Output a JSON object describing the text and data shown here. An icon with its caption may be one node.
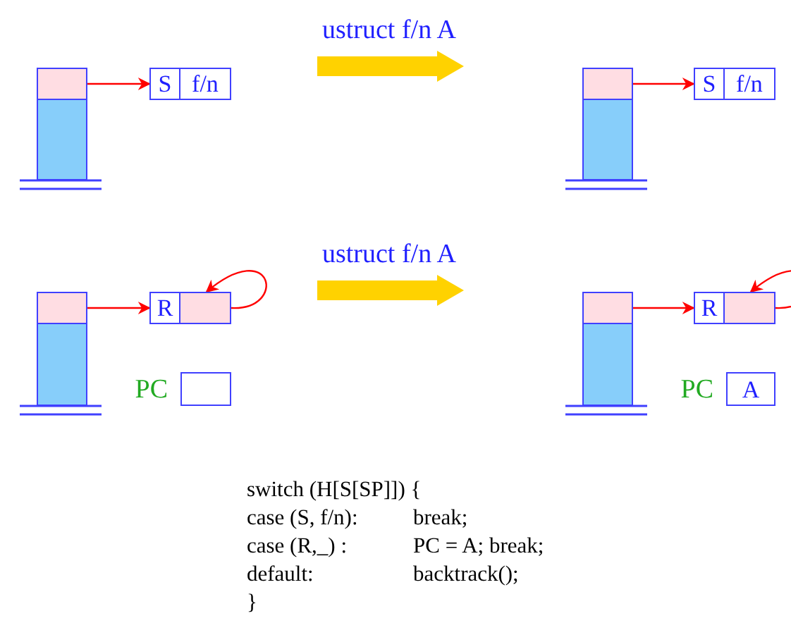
{
  "diagram": {
    "nodes": [
      {
        "text": [],
        "shape": "box"
      },
      {
        "text": [],
        "shape": "box",
        "in": 0
      },
      {
        "text": [
          "S"
        ]
      },
      {
        "text": [
          "f/n"
        ]
      },
      {
        "text": [],
        "shape": "box"
      },
      {
        "text": [],
        "shape": "box",
        "in": 4
      },
      {
        "text": [
          "S"
        ]
      },
      {
        "text": [
          "f/n"
        ]
      },
      {
        "text": [],
        "shape": "box"
      },
      {
        "text": [],
        "shape": "box",
        "in": 8
      },
      {
        "text": [
          "R"
        ]
      },
      {
        "text": [],
        "shape": "box"
      },
      {
        "text": [],
        "shape": "box",
        "beside": [
          "PC"
        ]
      },
      {
        "text": [],
        "shape": "box"
      },
      {
        "text": [],
        "shape": "box",
        "in": 13
      },
      {
        "text": [
          "R"
        ]
      },
      {
        "text": [],
        "shape": "box"
      },
      {
        "text": [
          "A"
        ],
        "beside": [
          "PC"
        ]
      }
    ],
    "edges": [
      {
        "from": 1,
        "to": 2,
        "arrow": "to"
      },
      {
        "from": 5,
        "to": 6,
        "arrow": "to"
      },
      {
        "from": 9,
        "to": 10,
        "arrow": "to"
      },
      {
        "from": 11,
        "to": 11,
        "arrow": "to"
      },
      {
        "from": 14,
        "to": 15,
        "arrow": "to"
      },
      {
        "from": 16,
        "to": 16,
        "arrow": "to"
      }
    ],
    "labels": [
      "ustruct f/n A",
      "ustruct f/n A",
      "switch (H[S[SP]]) {",
      "case (S, f/n):",
      "break;",
      "case (R,_) :",
      "PC = A; break;",
      "default:",
      "backtrack();",
      "}"
    ]
  }
}
